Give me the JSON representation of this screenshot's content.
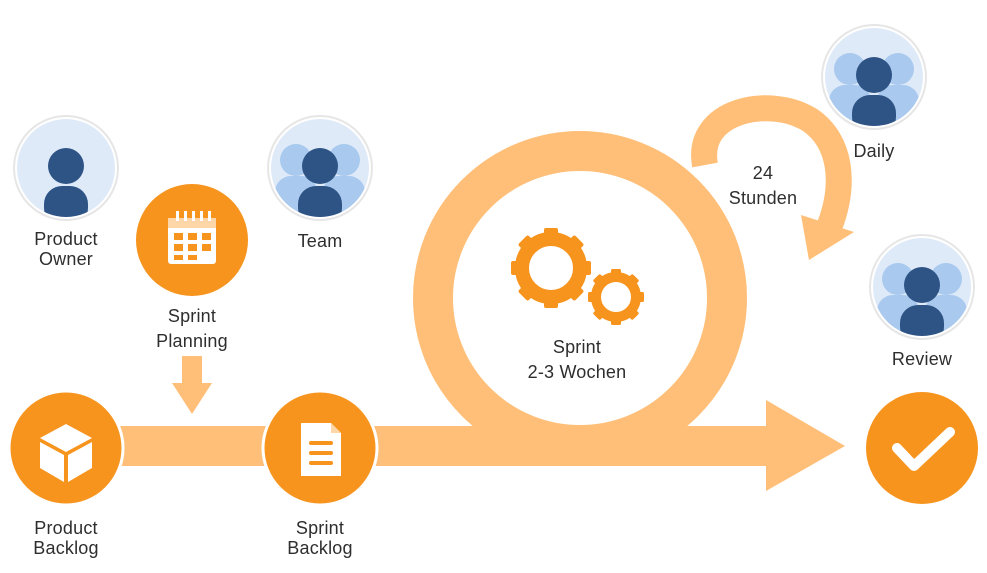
{
  "colors": {
    "orange": "#f7941d",
    "arrow_light": "#ffbf78",
    "navy": "#2e5385",
    "light_blue": "#a9c9ee",
    "circle_bg": "#dfeaf9",
    "ring": "#e6e6e6"
  },
  "roles": {
    "product_owner": {
      "line1": "Product",
      "line2": "Owner",
      "icon": "person-icon"
    },
    "team": {
      "label": "Team",
      "icon": "people-group-icon"
    },
    "daily": {
      "label": "Daily",
      "icon": "people-group-icon"
    },
    "review": {
      "label": "Review",
      "icon": "people-group-icon"
    }
  },
  "steps": {
    "sprint_planning": {
      "line1": "Sprint",
      "line2": "Planning",
      "icon": "calendar-icon"
    },
    "product_backlog": {
      "line1": "Product",
      "line2": "Backlog",
      "icon": "box-icon"
    },
    "sprint_backlog": {
      "line1": "Sprint",
      "line2": "Backlog",
      "icon": "document-icon"
    },
    "done": {
      "icon": "checkmark-icon"
    }
  },
  "loops": {
    "sprint": {
      "line1": "Sprint",
      "line2": "2-3 Wochen",
      "icon": "gears-icon"
    },
    "daily": {
      "line1": "24",
      "line2": "Stunden"
    }
  }
}
